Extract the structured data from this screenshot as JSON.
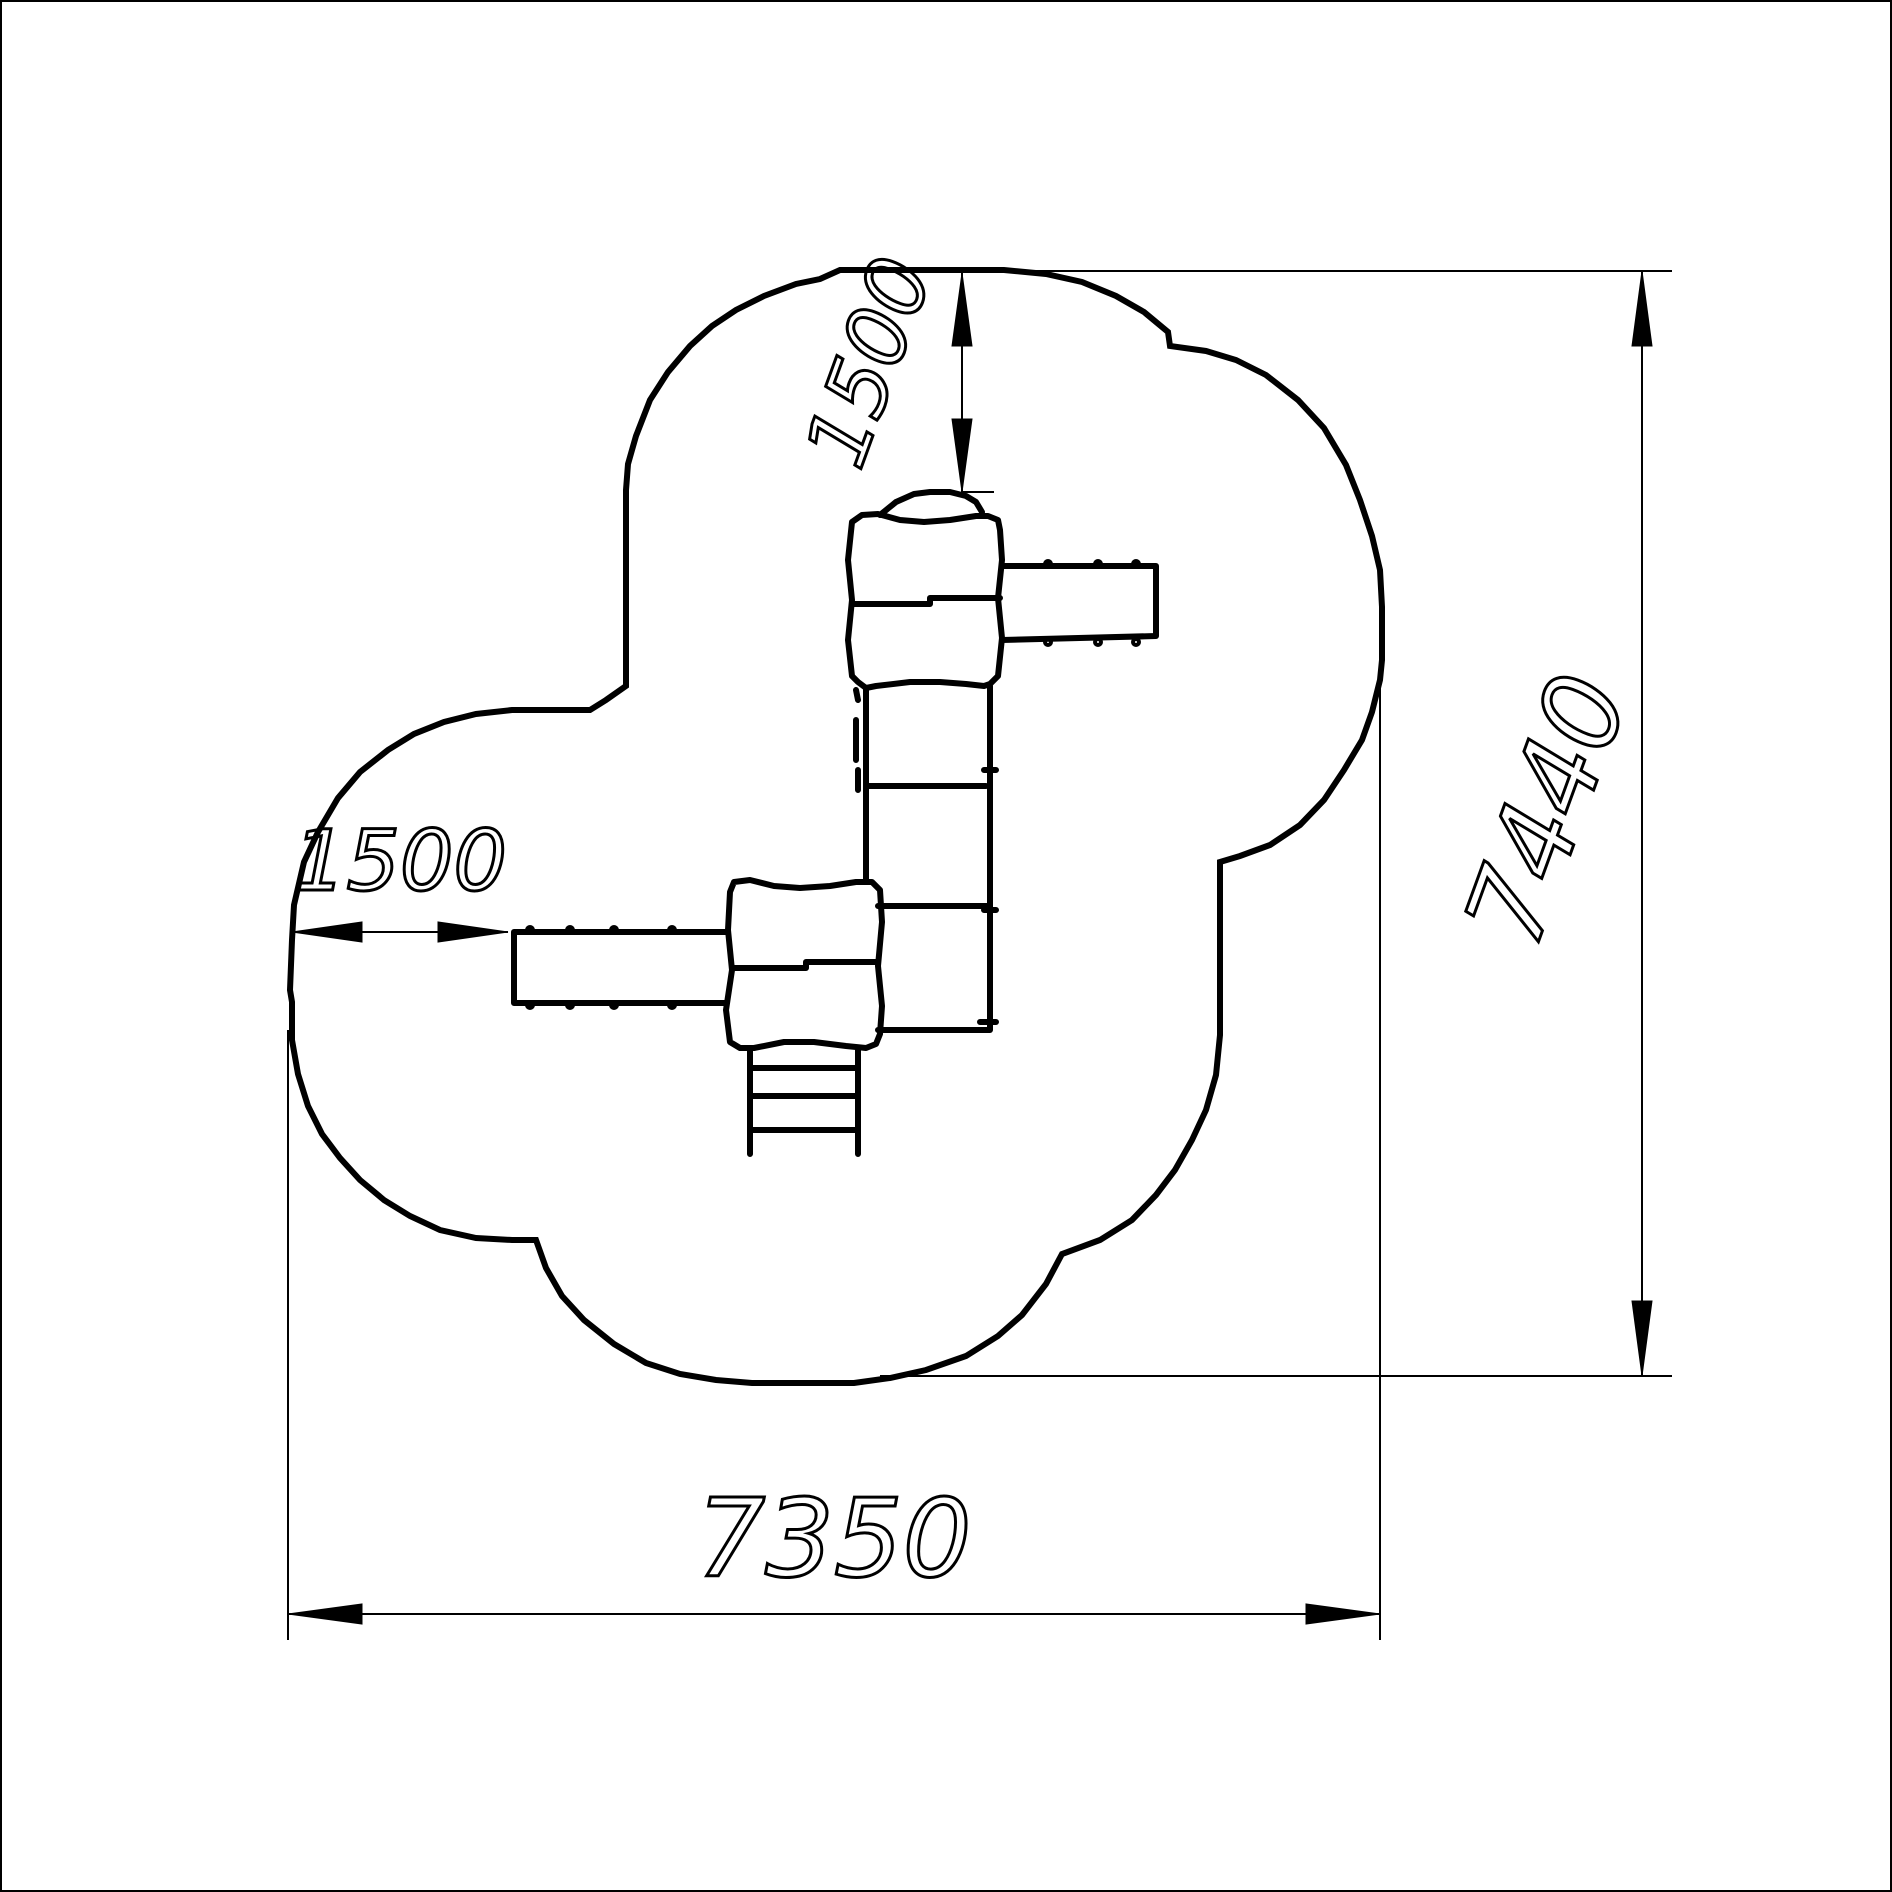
{
  "drawing": {
    "dimensions": {
      "overall_width": "7350",
      "overall_height": "7440",
      "offset_left": "1500",
      "offset_top": "1500"
    },
    "colors": {
      "line": "#000000",
      "background": "#ffffff"
    }
  }
}
